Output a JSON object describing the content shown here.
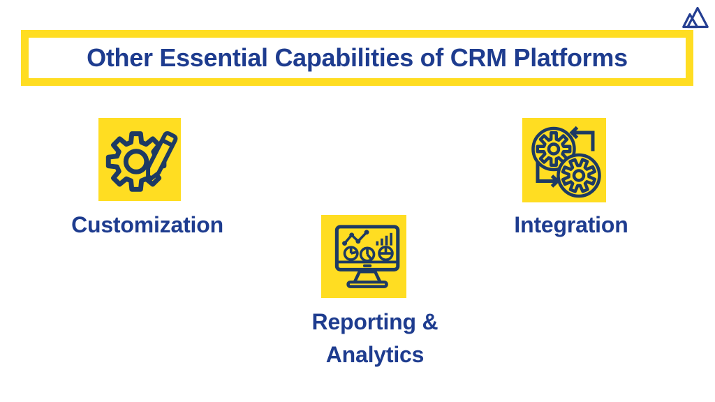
{
  "title": {
    "text": "Other Essential Capabilities of CRM Platforms"
  },
  "brand": {
    "icon": "mountain-peaks-logo-icon"
  },
  "colors": {
    "yellow": "#ffdd22",
    "title_navy": "#1e3c8f",
    "icon_navy": "#1d3a63",
    "logo_blue": "#243e92",
    "background": "#ffffff"
  },
  "items": [
    {
      "label": "Customization",
      "icon": "gear-pencil-icon"
    },
    {
      "label": "Reporting & Analytics",
      "label_lines": [
        "Reporting &",
        "Analytics"
      ],
      "icon": "analytics-monitor-icon"
    },
    {
      "label": "Integration",
      "icon": "sync-gears-icon"
    }
  ]
}
